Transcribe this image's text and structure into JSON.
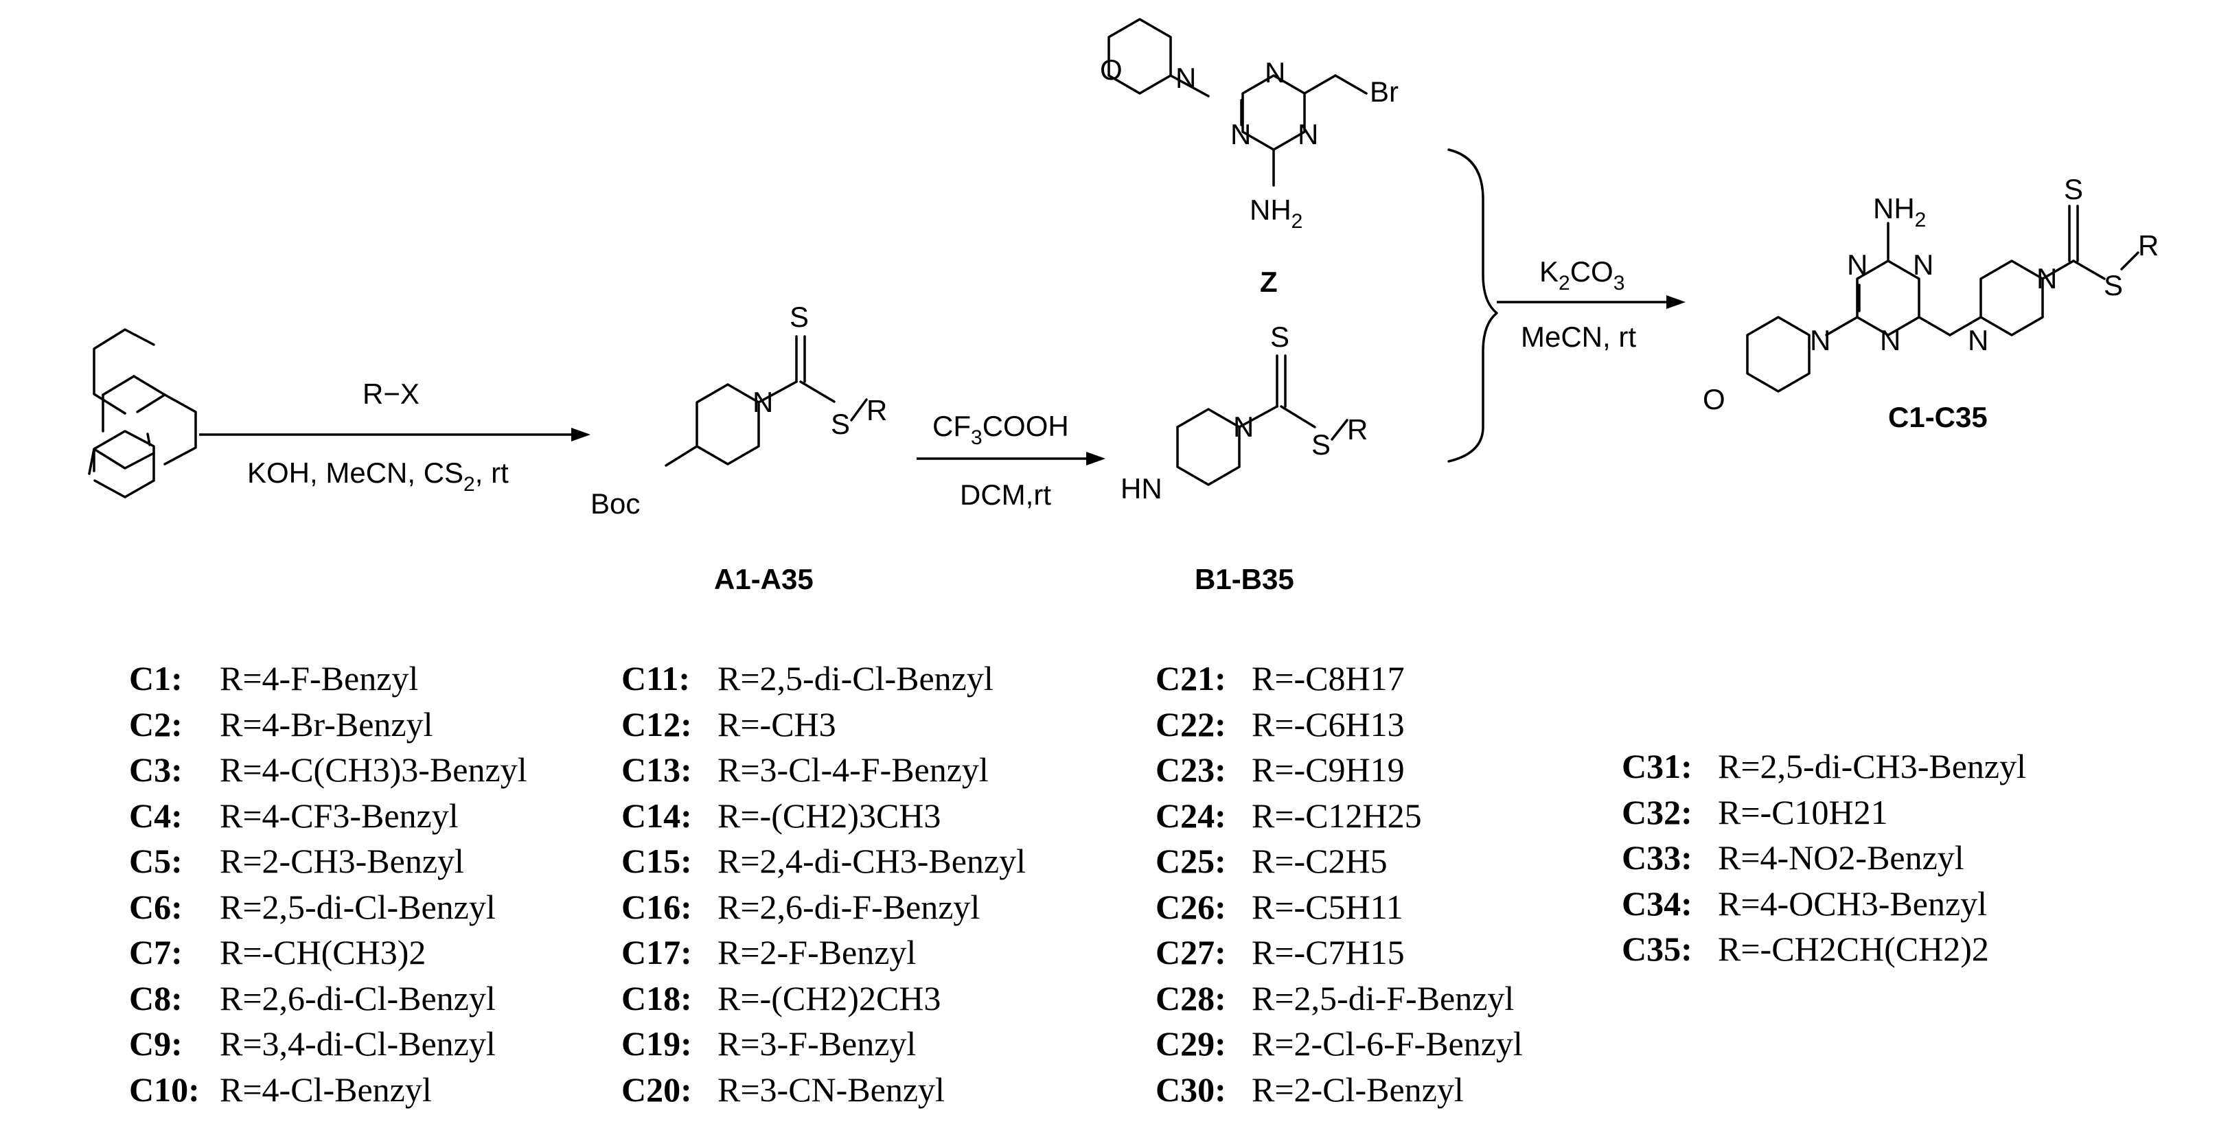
{
  "reagents": {
    "step1_top": "R−X",
    "step1_bottom": "KOH, MeCN, CS2, rt",
    "step2_top": "CF3COOH",
    "step2_bottom": "DCM,rt",
    "step3_top": "K2CO3",
    "step3_bottom": "MeCN, rt"
  },
  "compounds": {
    "A": "A1-A35",
    "B": "B1-B35",
    "Z": "Z",
    "C": "C1-C35"
  },
  "atoms": {
    "N": "N",
    "HN": "HN",
    "O": "O",
    "S": "S",
    "R": "R",
    "Boc": "Boc",
    "Br": "Br",
    "NH2": "NH2"
  },
  "substituents": [
    {
      "code": "C1:",
      "text": "R=4-F-Benzyl"
    },
    {
      "code": "C2:",
      "text": "R=4-Br-Benzyl"
    },
    {
      "code": "C3:",
      "text": "R=4-C(CH3)3-Benzyl"
    },
    {
      "code": "C4:",
      "text": "R=4-CF3-Benzyl"
    },
    {
      "code": "C5:",
      "text": "R=2-CH3-Benzyl"
    },
    {
      "code": "C6:",
      "text": "R=2,5-di-Cl-Benzyl"
    },
    {
      "code": "C7:",
      "text": "R=-CH(CH3)2"
    },
    {
      "code": "C8:",
      "text": "R=2,6-di-Cl-Benzyl"
    },
    {
      "code": "C9:",
      "text": "R=3,4-di-Cl-Benzyl"
    },
    {
      "code": "C10:",
      "text": "R=4-Cl-Benzyl"
    },
    {
      "code": "C11:",
      "text": "R=2,5-di-Cl-Benzyl"
    },
    {
      "code": "C12:",
      "text": "R=-CH3"
    },
    {
      "code": "C13:",
      "text": "R=3-Cl-4-F-Benzyl"
    },
    {
      "code": "C14:",
      "text": "R=-(CH2)3CH3"
    },
    {
      "code": "C15:",
      "text": "R=2,4-di-CH3-Benzyl"
    },
    {
      "code": "C16:",
      "text": "R=2,6-di-F-Benzyl"
    },
    {
      "code": "C17:",
      "text": "R=2-F-Benzyl"
    },
    {
      "code": "C18:",
      "text": "R=-(CH2)2CH3"
    },
    {
      "code": "C19:",
      "text": "R=3-F-Benzyl"
    },
    {
      "code": "C20:",
      "text": "R=3-CN-Benzyl"
    },
    {
      "code": "C21:",
      "text": "R=-C8H17"
    },
    {
      "code": "C22:",
      "text": "R=-C6H13"
    },
    {
      "code": "C23:",
      "text": "R=-C9H19"
    },
    {
      "code": "C24:",
      "text": "R=-C12H25"
    },
    {
      "code": "C25:",
      "text": "R=-C2H5"
    },
    {
      "code": "C26:",
      "text": "R=-C5H11"
    },
    {
      "code": "C27:",
      "text": "R=-C7H15"
    },
    {
      "code": "C28:",
      "text": "R=2,5-di-F-Benzyl"
    },
    {
      "code": "C29:",
      "text": "R=2-Cl-6-F-Benzyl"
    },
    {
      "code": "C30:",
      "text": "R=2-Cl-Benzyl"
    },
    {
      "code": "C31:",
      "text": "R=2,5-di-CH3-Benzyl"
    },
    {
      "code": "C32:",
      "text": "R=-C10H21"
    },
    {
      "code": "C33:",
      "text": "R=4-NO2-Benzyl"
    },
    {
      "code": "C34:",
      "text": "R=4-OCH3-Benzyl"
    },
    {
      "code": "C35:",
      "text": "R=-CH2CH(CH2)2"
    }
  ]
}
